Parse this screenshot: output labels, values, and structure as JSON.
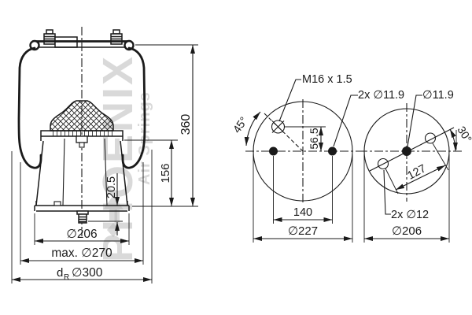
{
  "watermark": {
    "brand": "PHOENIX",
    "tagline": "Air Springs"
  },
  "side_view": {
    "total_height": "360",
    "piston_height": "156",
    "stud_height": "20.5",
    "piston_diameter": "∅206",
    "bellows_max_diameter": "max. ∅270",
    "rolling_dia_prefix": "d",
    "rolling_dia_sub": "R",
    "rolling_dia_value": "∅300"
  },
  "plate_view": {
    "thread": "M16 x 1.5",
    "stud_holes": "2x ∅11.9",
    "angle": "45°",
    "vertical_offset": "56.5",
    "stud_spacing": "140",
    "plate_diameter": "∅227"
  },
  "piston_view": {
    "air_hole": "∅11.9",
    "angle": "30°",
    "hole_spacing": "127",
    "pin_holes": "2x ∅12",
    "piston_diameter": "∅206"
  },
  "colors": {
    "line": "#1a1a1a",
    "watermark": "#b5b5b5"
  }
}
